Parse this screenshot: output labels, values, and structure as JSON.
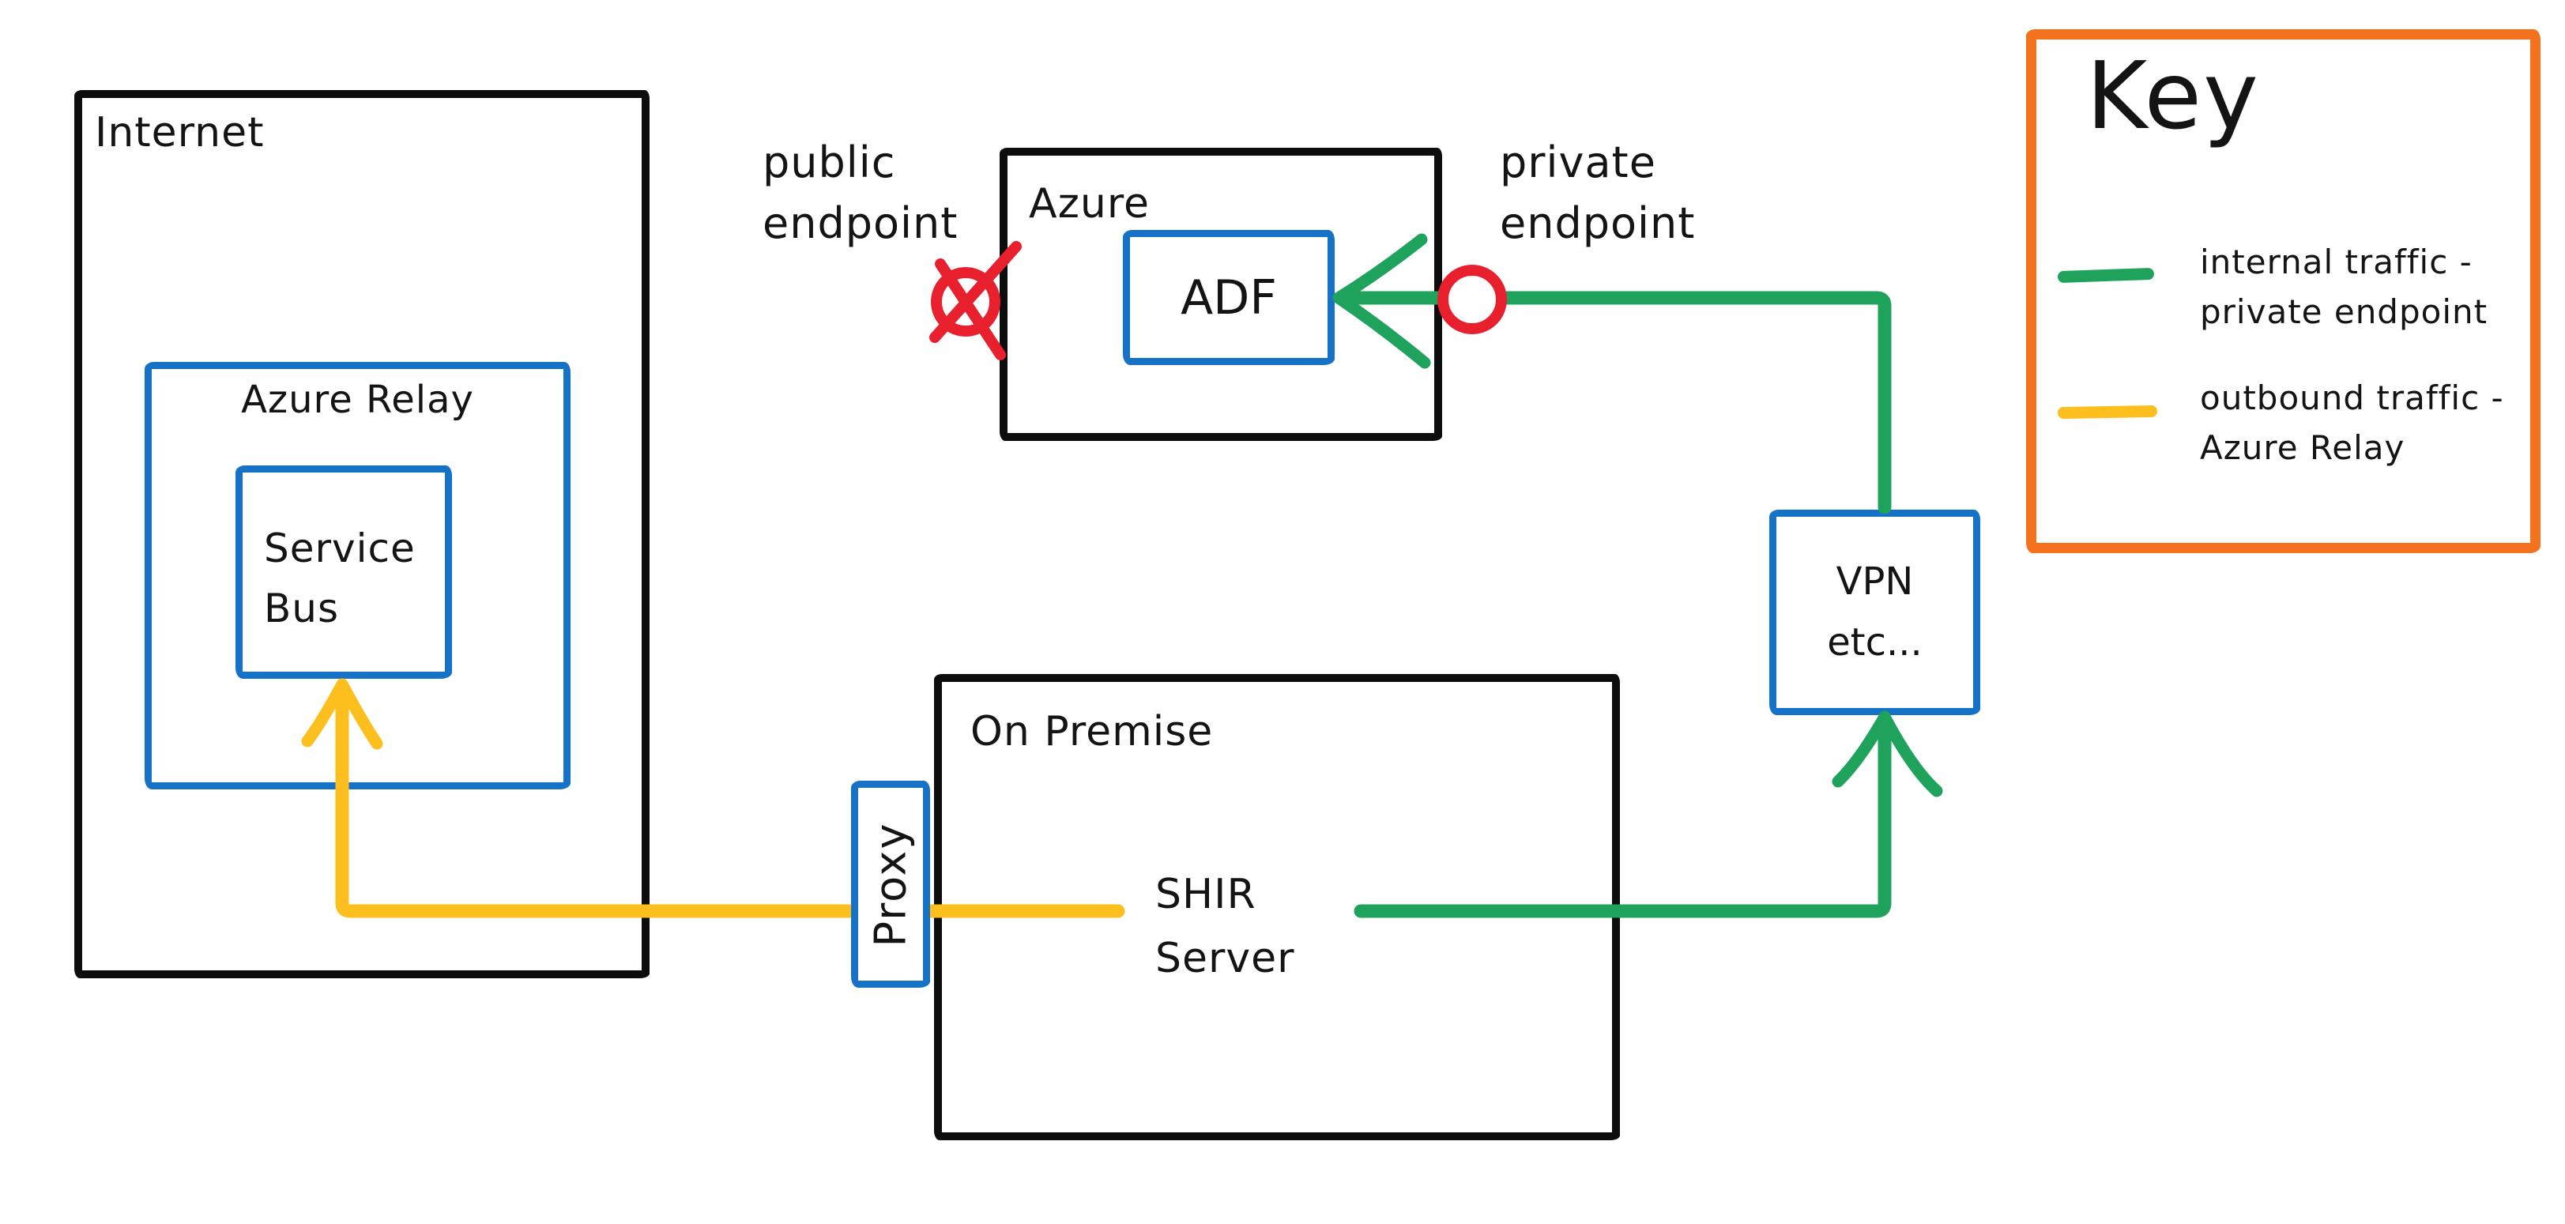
{
  "diagram": {
    "nodes": {
      "internet": {
        "label": "Internet"
      },
      "azure_relay": {
        "label": "Azure Relay"
      },
      "service_bus": {
        "lines": [
          "Service",
          "Bus"
        ]
      },
      "azure": {
        "label": "Azure"
      },
      "adf": {
        "label": "ADF"
      },
      "vpn": {
        "lines": [
          "VPN",
          "etc..."
        ]
      },
      "on_premise": {
        "label": "On Premise"
      },
      "shir": {
        "lines": [
          "SHIR",
          "Server"
        ]
      },
      "proxy": {
        "label": "Proxy"
      }
    },
    "annotations": {
      "public_endpoint": {
        "lines": [
          "public",
          "endpoint"
        ],
        "symbol": "crossed-out-red-circle"
      },
      "private_endpoint": {
        "lines": [
          "private",
          "endpoint"
        ],
        "symbol": "red-circle"
      }
    },
    "edges": [
      {
        "from": "SHIR Server",
        "to": "ADF",
        "via": "VPN etc... and private endpoint",
        "color_name": "green",
        "style": "arrow"
      },
      {
        "from": "SHIR Server",
        "to": "Service Bus (Azure Relay)",
        "via": "Proxy",
        "color_name": "yellow",
        "style": "arrow"
      }
    ],
    "key": {
      "title": "Key",
      "entries": [
        {
          "swatch_color_name": "green",
          "label_lines": [
            "internal traffic -",
            "private endpoint"
          ]
        },
        {
          "swatch_color_name": "yellow",
          "label_lines": [
            "outbound traffic -",
            "Azure Relay"
          ]
        }
      ]
    }
  },
  "colors": {
    "black": "#0d0d0d",
    "blue": "#1672c6",
    "green": "#1fa35c",
    "yellow": "#fcbf1e",
    "orange": "#f4711d",
    "red": "#e8202e"
  }
}
